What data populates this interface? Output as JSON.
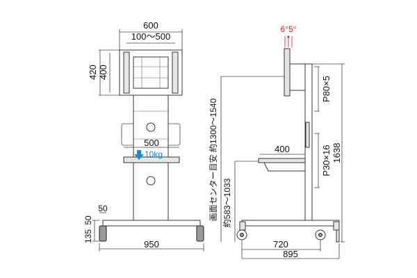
{
  "front_view": {
    "mount_width_outer": "600",
    "mount_width_inner": "100〜500",
    "mount_height_outer": "420",
    "mount_height_inner": "400",
    "shelf_width": "500",
    "shelf_load": "10kg",
    "caster_height": "135",
    "caster_offset": "50",
    "caster_width": "50",
    "base_width": "950"
  },
  "side_view": {
    "tilt_angle": "6°5°",
    "pitch_top": "P80×5",
    "shelf_depth": "400",
    "screen_center_label": "画面センター目安 約1300〜1540",
    "shelf_height_label": "約583〜1033",
    "pitch_mid": "P30×16",
    "total_height": "1638",
    "base_depth_inner": "720",
    "base_depth_outer": "895"
  },
  "colors": {
    "tilt_accent": "#d81b2a",
    "load_accent": "#1e88d2"
  }
}
